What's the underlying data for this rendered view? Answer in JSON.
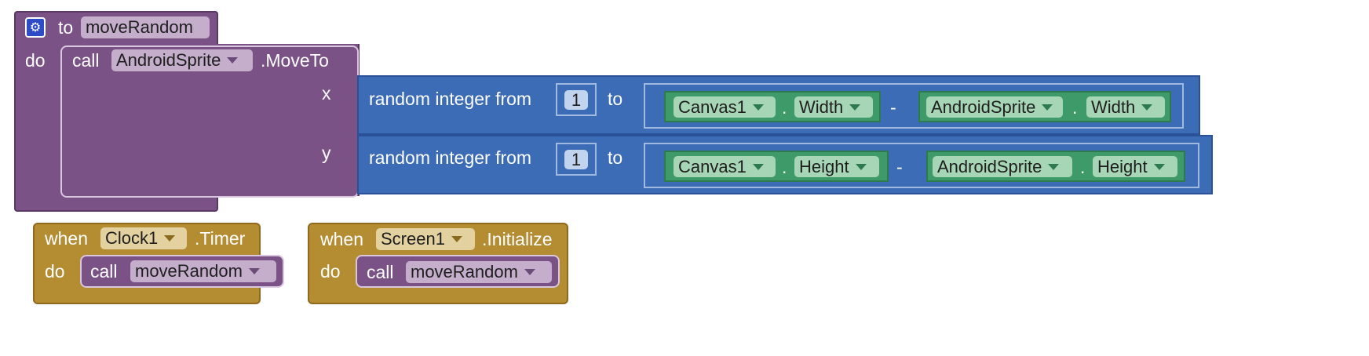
{
  "procedure": {
    "keyword_to": "to",
    "name": "moveRandom",
    "keyword_do": "do",
    "call": {
      "keyword": "call",
      "component": "AndroidSprite",
      "method": ".MoveTo",
      "arg_x": "x",
      "arg_y": "y"
    }
  },
  "random_x": {
    "label": "random integer from",
    "from_value": "1",
    "to_label": "to",
    "left": {
      "component": "Canvas1",
      "dot": ".",
      "property": "Width"
    },
    "minus": "-",
    "right": {
      "component": "AndroidSprite",
      "dot": ".",
      "property": "Width"
    }
  },
  "random_y": {
    "label": "random integer from",
    "from_value": "1",
    "to_label": "to",
    "left": {
      "component": "Canvas1",
      "dot": ".",
      "property": "Height"
    },
    "minus": "-",
    "right": {
      "component": "AndroidSprite",
      "dot": ".",
      "property": "Height"
    }
  },
  "event_clock": {
    "keyword_when": "when",
    "component": "Clock1",
    "event": ".Timer",
    "keyword_do": "do",
    "call_keyword": "call",
    "call_name": "moveRandom"
  },
  "event_screen": {
    "keyword_when": "when",
    "component": "Screen1",
    "event": ".Initialize",
    "keyword_do": "do",
    "call_keyword": "call",
    "call_name": "moveRandom"
  },
  "colors": {
    "procedure": "#7b5286",
    "math": "#3b6cb5",
    "component": "#3e9a68",
    "event": "#b48c32"
  },
  "icons": {
    "procedure_gear": "gear-icon"
  }
}
